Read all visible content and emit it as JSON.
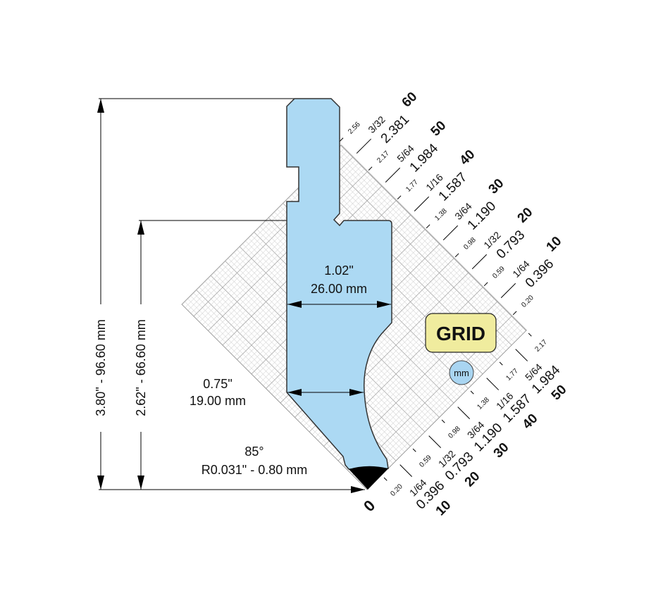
{
  "colors": {
    "profile_fill": "#acd9f3",
    "profile_stroke": "#333333",
    "grid_minor": "#cfcfcf",
    "grid_major": "#a8a8a8",
    "grid_button_fill": "#f0ec9e",
    "mm_button_fill": "#a9d5f1"
  },
  "dimensions": {
    "overall_height": "3.80\" - 96.60 mm",
    "shoulder_height": "2.62\" - 66.60 mm",
    "body_width_in": "1.02\"",
    "body_width_mm": "26.00 mm",
    "neck_width_in": "0.75\"",
    "neck_width_mm": "19.00 mm",
    "tip_angle": "85°",
    "tip_radius": "R0.031\" - 0.80 mm"
  },
  "controls": {
    "grid_label": "GRID",
    "unit_label": "mm"
  },
  "scale": {
    "origin_label": "0",
    "lower_axis": {
      "small_labels": [
        "0.20",
        "0.59",
        "0.98",
        "1.38",
        "1.77",
        "2.17"
      ],
      "mm_labels": [
        "10",
        "20",
        "30",
        "40",
        "50"
      ],
      "fractions": [
        "1/64",
        "1/32",
        "3/64",
        "1/16",
        "5/64"
      ],
      "decimals": [
        "0.396",
        "0.793",
        "1.190",
        "1.587",
        "1.984"
      ]
    },
    "upper_axis": {
      "small_labels": [
        "0.20",
        "0.59",
        "0.98",
        "1.38",
        "1.77",
        "2.17",
        "2.56"
      ],
      "mm_labels": [
        "10",
        "20",
        "30",
        "40",
        "50",
        "60"
      ],
      "fractions": [
        "1/64",
        "1/32",
        "3/64",
        "1/16",
        "5/64",
        "3/32"
      ],
      "decimals": [
        "0.396",
        "0.793",
        "1.190",
        "1.587",
        "1.984",
        "2.381"
      ]
    }
  }
}
